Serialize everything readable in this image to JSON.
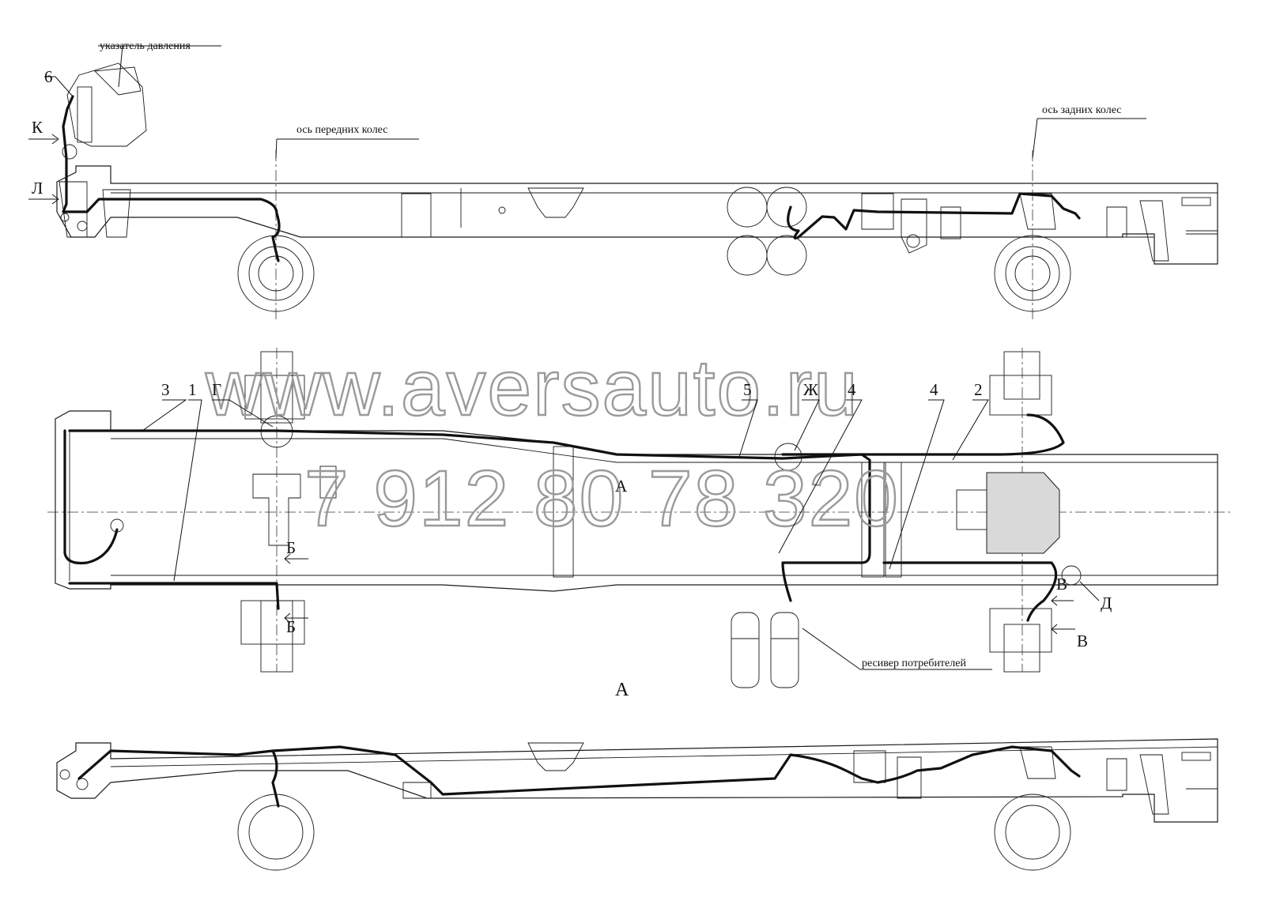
{
  "labels": {
    "pressure_gauge": "указатель давления",
    "front_axle": "ось передних колес",
    "rear_axle": "ось задних колес",
    "receiver": "ресивер потребителей",
    "view_a_caption": "А",
    "view_a_arrow": "А",
    "pos_6": "6",
    "pos_k": "К",
    "pos_l": "Л",
    "pos_3": "3",
    "pos_1": "1",
    "pos_g": "Г",
    "pos_5": "5",
    "pos_zh": "Ж",
    "pos_4a": "4",
    "pos_4b": "4",
    "pos_2": "2",
    "pos_b1": "Б",
    "pos_b2": "Б",
    "pos_v1": "В",
    "pos_v2": "В",
    "pos_d": "Д"
  },
  "watermark": {
    "site": "www.aversauto.ru",
    "phone": "7 912 80 78 320"
  }
}
